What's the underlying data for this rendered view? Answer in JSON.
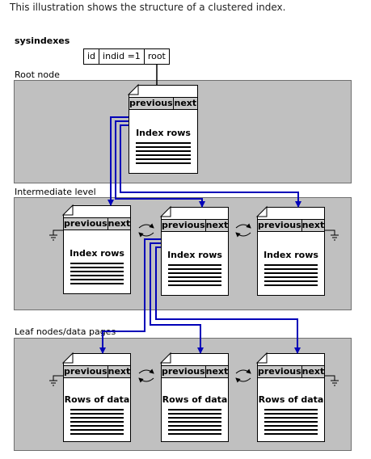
{
  "caption": "This illustration shows the structure of a clustered index.",
  "sysindexes": {
    "title": "sysindexes",
    "cells": [
      "id",
      "indid =1",
      "root"
    ]
  },
  "levels": {
    "root": "Root node",
    "intermediate": "Intermediate level",
    "leaf": "Leaf nodes/data pages"
  },
  "page_header": {
    "previous": "previous",
    "next": "next"
  },
  "pages": {
    "root": "Index rows",
    "intermediate": [
      "Index rows",
      "Index rows",
      "Index rows"
    ],
    "leaf": [
      "Rows of data",
      "Rows of data",
      "Rows of data"
    ]
  },
  "colors": {
    "pointer": "#0000b8",
    "band": "#c0c0c0",
    "header": "#c8c8c8"
  }
}
